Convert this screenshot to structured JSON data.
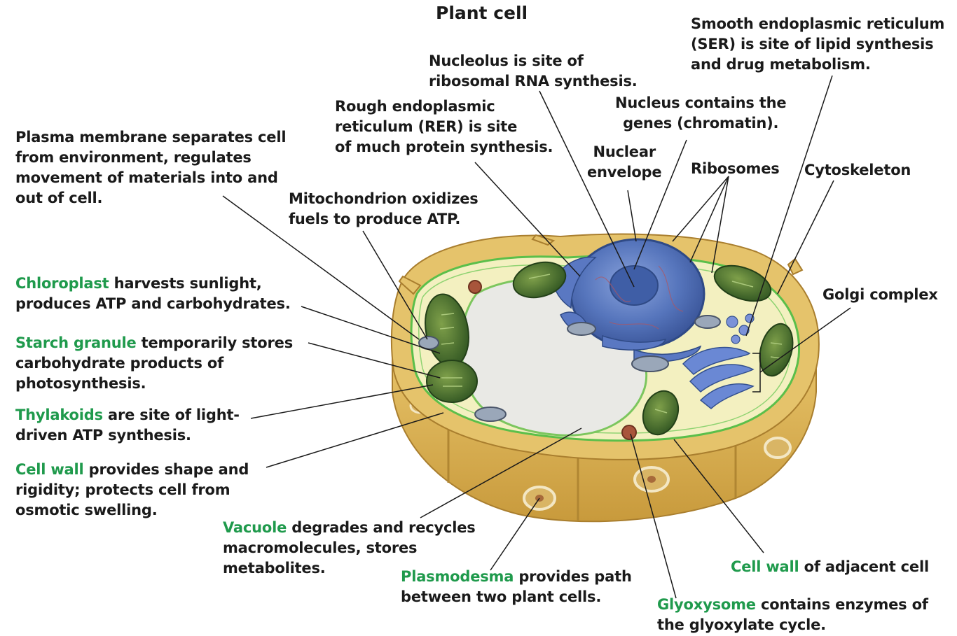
{
  "title": "Plant cell",
  "colors": {
    "highlight_text": "#1f9a4c",
    "cell_wall": "#e0bd63",
    "cytoplasm": "#f3f0c0",
    "vacuole": "#e9e9e5",
    "nucleus": "#4f6fb4",
    "chloroplast": "#3d6a2a",
    "membrane": "#5bbf4a"
  },
  "labels": {
    "nucleolus": [
      "Nucleolus is site of",
      "ribosomal RNA synthesis."
    ],
    "ser": [
      "Smooth endoplasmic reticulum",
      "(SER) is site of lipid synthesis",
      "and drug metabolism."
    ],
    "rer": [
      "Rough endoplasmic",
      "reticulum (RER) is site",
      "of much protein synthesis."
    ],
    "nucleus": [
      "Nucleus contains the",
      "genes (chromatin)."
    ],
    "nuclear_envelope": [
      "Nuclear",
      "envelope"
    ],
    "ribosomes": "Ribosomes",
    "cytoskeleton": "Cytoskeleton",
    "plasma_membrane": [
      "Plasma membrane separates cell",
      "from environment, regulates",
      "movement of materials into and",
      "out of cell."
    ],
    "mitochondrion": [
      "Mitochondrion oxidizes",
      "fuels to produce ATP."
    ],
    "golgi": "Golgi complex",
    "chloroplast": {
      "term": "Chloroplast",
      "rest": " harvests sunlight,",
      "line2": "produces ATP and carbohydrates."
    },
    "starch": {
      "term": "Starch granule",
      "rest": " temporarily stores",
      "line2": "carbohydrate products of",
      "line3": "photosynthesis."
    },
    "thylakoids": {
      "term": "Thylakoids",
      "rest": " are site of light-",
      "line2": "driven ATP synthesis."
    },
    "cell_wall": {
      "term": "Cell wall",
      "rest": " provides shape and",
      "line2": "rigidity; protects cell from",
      "line3": "osmotic swelling."
    },
    "vacuole": {
      "term": "Vacuole",
      "rest": " degrades and recycles",
      "line2": "macromolecules, stores",
      "line3": "metabolites."
    },
    "plasmodesma": {
      "term": "Plasmodesma",
      "rest": " provides path",
      "line2": "between two plant cells."
    },
    "cell_wall_adjacent": {
      "term": "Cell wall",
      "rest": " of adjacent cell"
    },
    "glyoxysome": {
      "term": "Glyoxysome",
      "rest": " contains enzymes of",
      "line2": "the glyoxylate cycle."
    }
  }
}
